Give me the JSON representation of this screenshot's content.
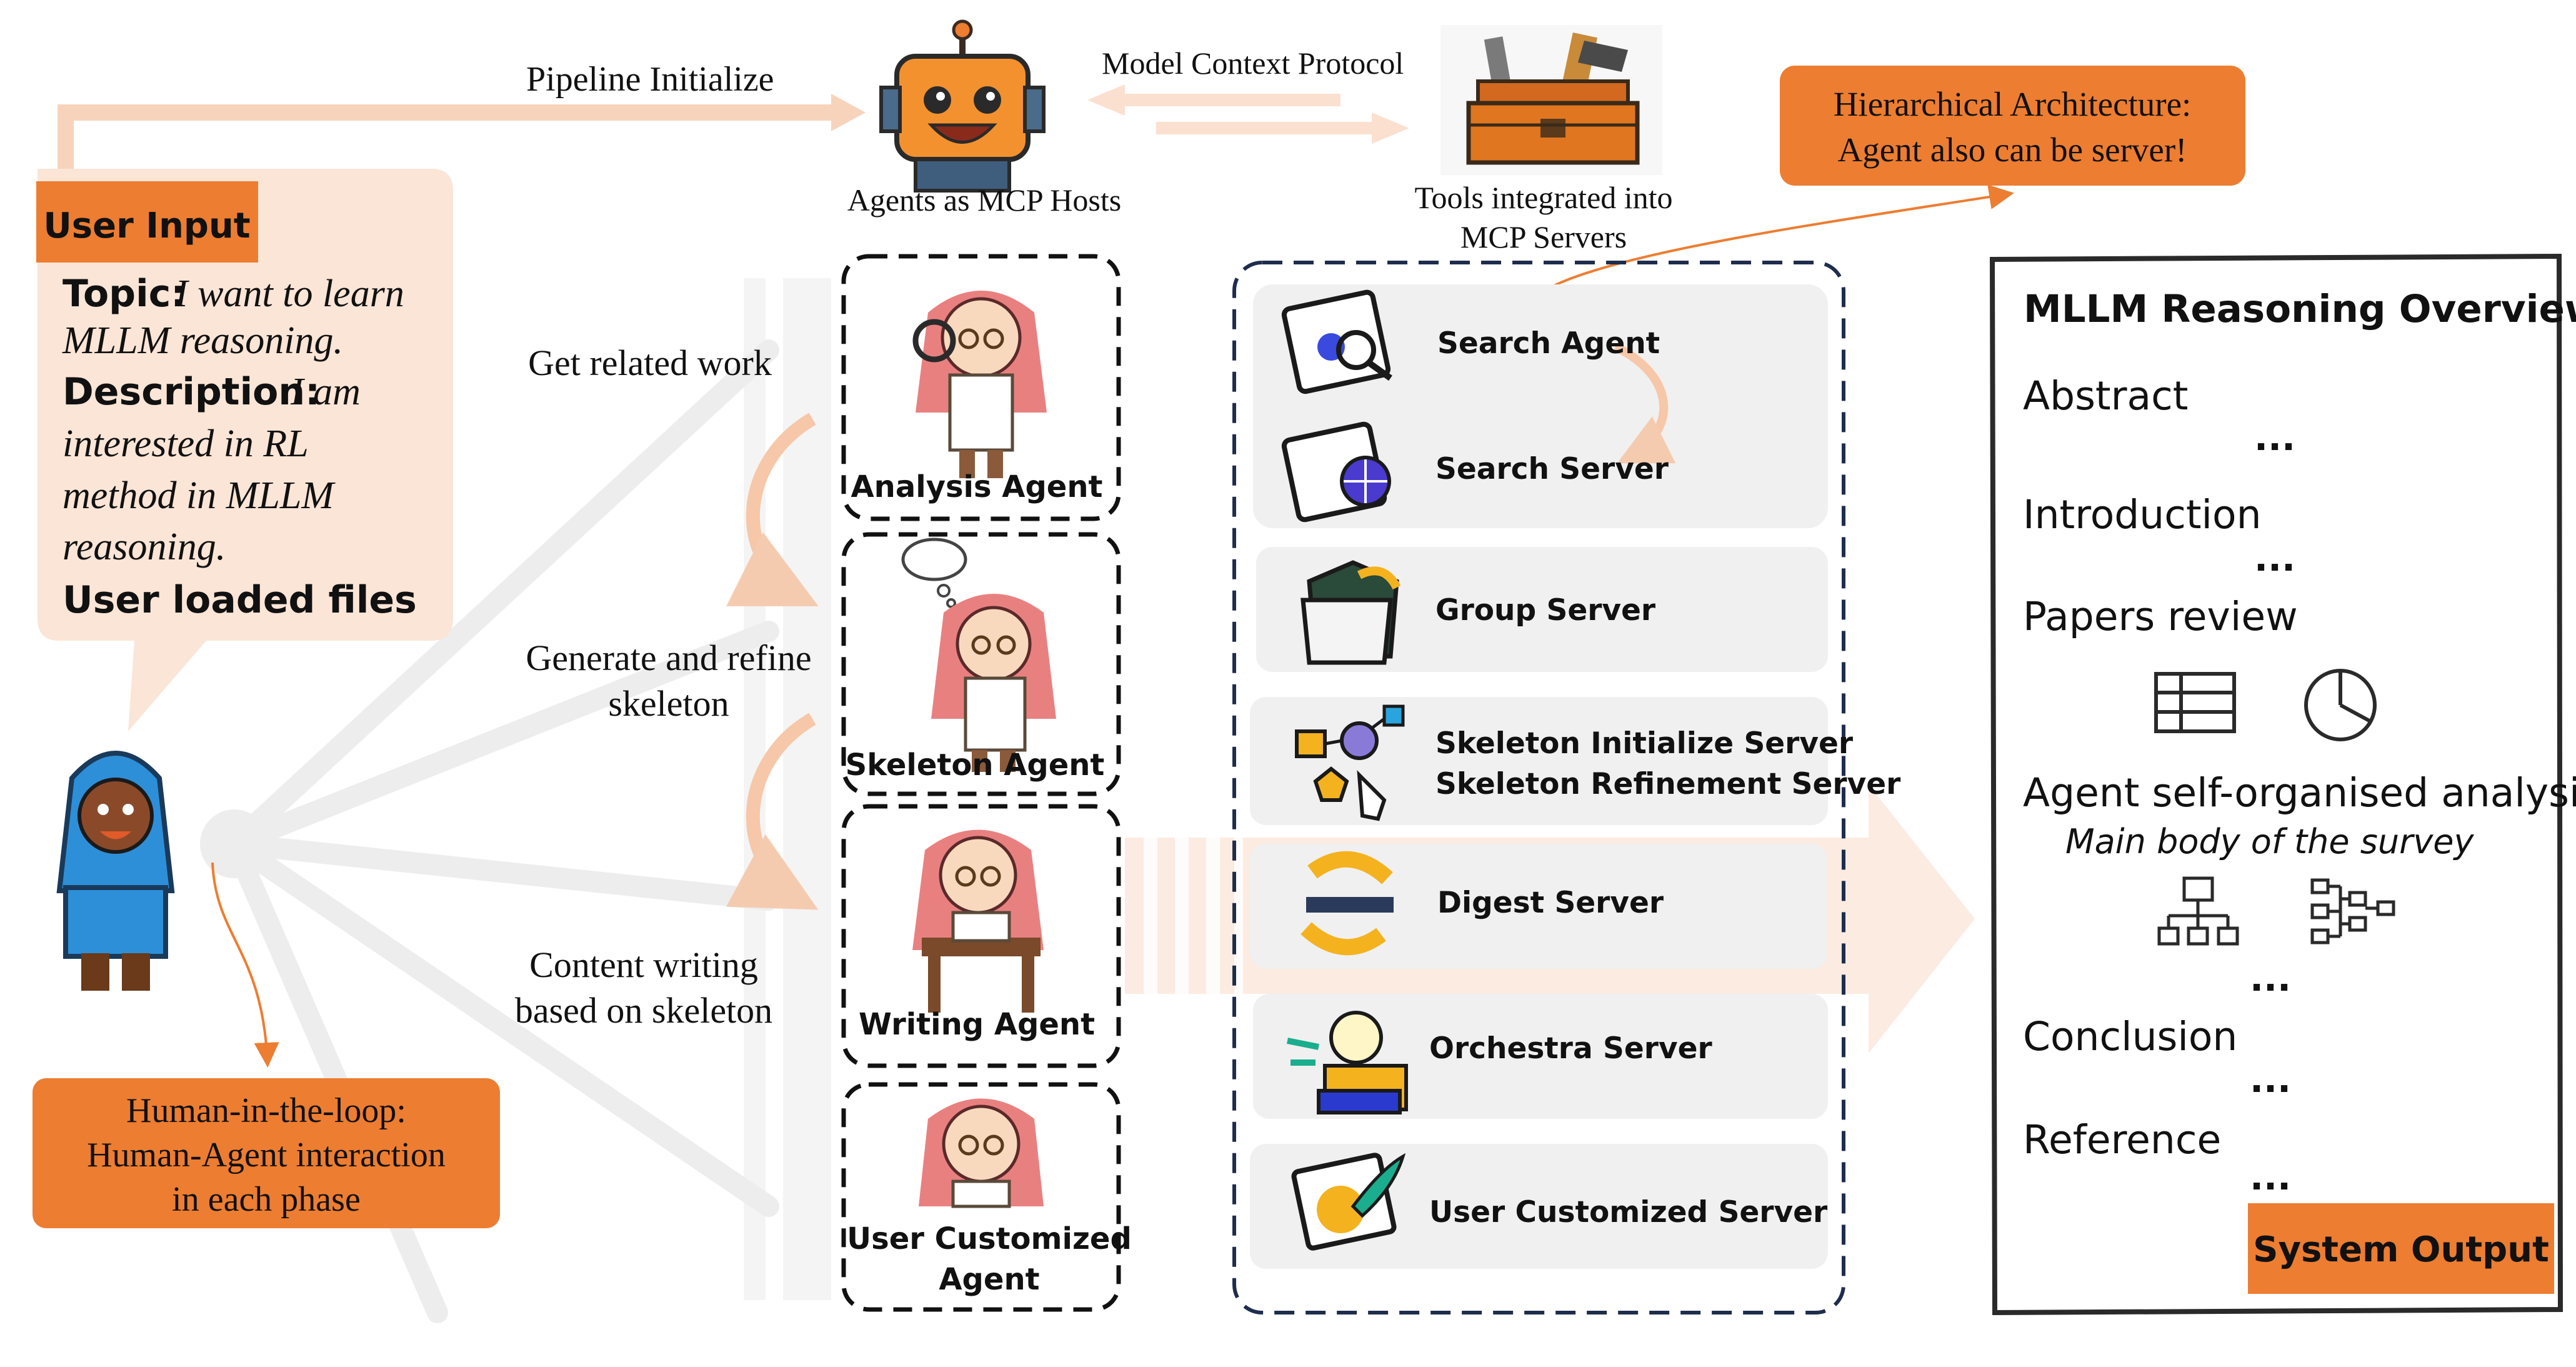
{
  "colors": {
    "accent_orange": "#ED7D31",
    "peach": "#FBE5D6",
    "pale_peach": "#F8CBAD",
    "gray_box": "#F0F0F0",
    "light_gray": "#EFEFEF",
    "navy": "#1F2D4D"
  },
  "top": {
    "pipeline_initialize": "Pipeline Initialize",
    "model_context_protocol": "Model Context Protocol",
    "agents_caption": "Agents as MCP Hosts",
    "tools_caption_line1": "Tools integrated into",
    "tools_caption_line2": "MCP Servers",
    "hier_line1": "Hierarchical Architecture:",
    "hier_line2": "Agent also can be server!"
  },
  "user_input": {
    "tag": "User Input",
    "topic_label": "Topic:",
    "topic_line1": "I want to learn",
    "topic_line2": "MLLM reasoning.",
    "desc_label": "Description:",
    "desc_line1": "I am",
    "desc_line2": "interested in RL",
    "desc_line3": "method in MLLM",
    "desc_line4": "reasoning.",
    "files": "User loaded files"
  },
  "human_loop": {
    "line1": "Human-in-the-loop:",
    "line2": "Human-Agent interaction",
    "line3": "in each phase"
  },
  "phases": {
    "related_work": "Get related work",
    "generate_line1": "Generate and refine",
    "generate_line2": "skeleton",
    "content_line1": "Content writing",
    "content_line2": "based on skeleton"
  },
  "agents": {
    "analysis": "Analysis Agent",
    "skeleton": "Skeleton Agent",
    "writing": "Writing Agent",
    "custom_line1": "User Customized",
    "custom_line2": "Agent"
  },
  "servers": {
    "search_agent": "Search Agent",
    "search_server": "Search Server",
    "group": "Group Server",
    "skeleton_init": "Skeleton Initialize Server",
    "skeleton_refine": "Skeleton Refinement Server",
    "digest": "Digest Server",
    "orchestra": "Orchestra Server",
    "custom": "User Customized Server"
  },
  "output": {
    "title": "MLLM Reasoning Overview",
    "abstract": "Abstract",
    "introduction": "Introduction",
    "papers_review": "Papers review",
    "analysis": "Agent self-organised analysis",
    "main_body": "Main body of the survey",
    "conclusion": "Conclusion",
    "reference": "Reference",
    "ellipsis": "...",
    "system_output": "System Output"
  },
  "icons": {
    "robot": "robot-icon",
    "toolbox": "toolbox-icon",
    "user": "user-avatar-icon",
    "table": "table-icon",
    "pie": "pie-chart-icon",
    "hierarchy": "hierarchy-icon",
    "tree": "tree-diagram-icon"
  }
}
